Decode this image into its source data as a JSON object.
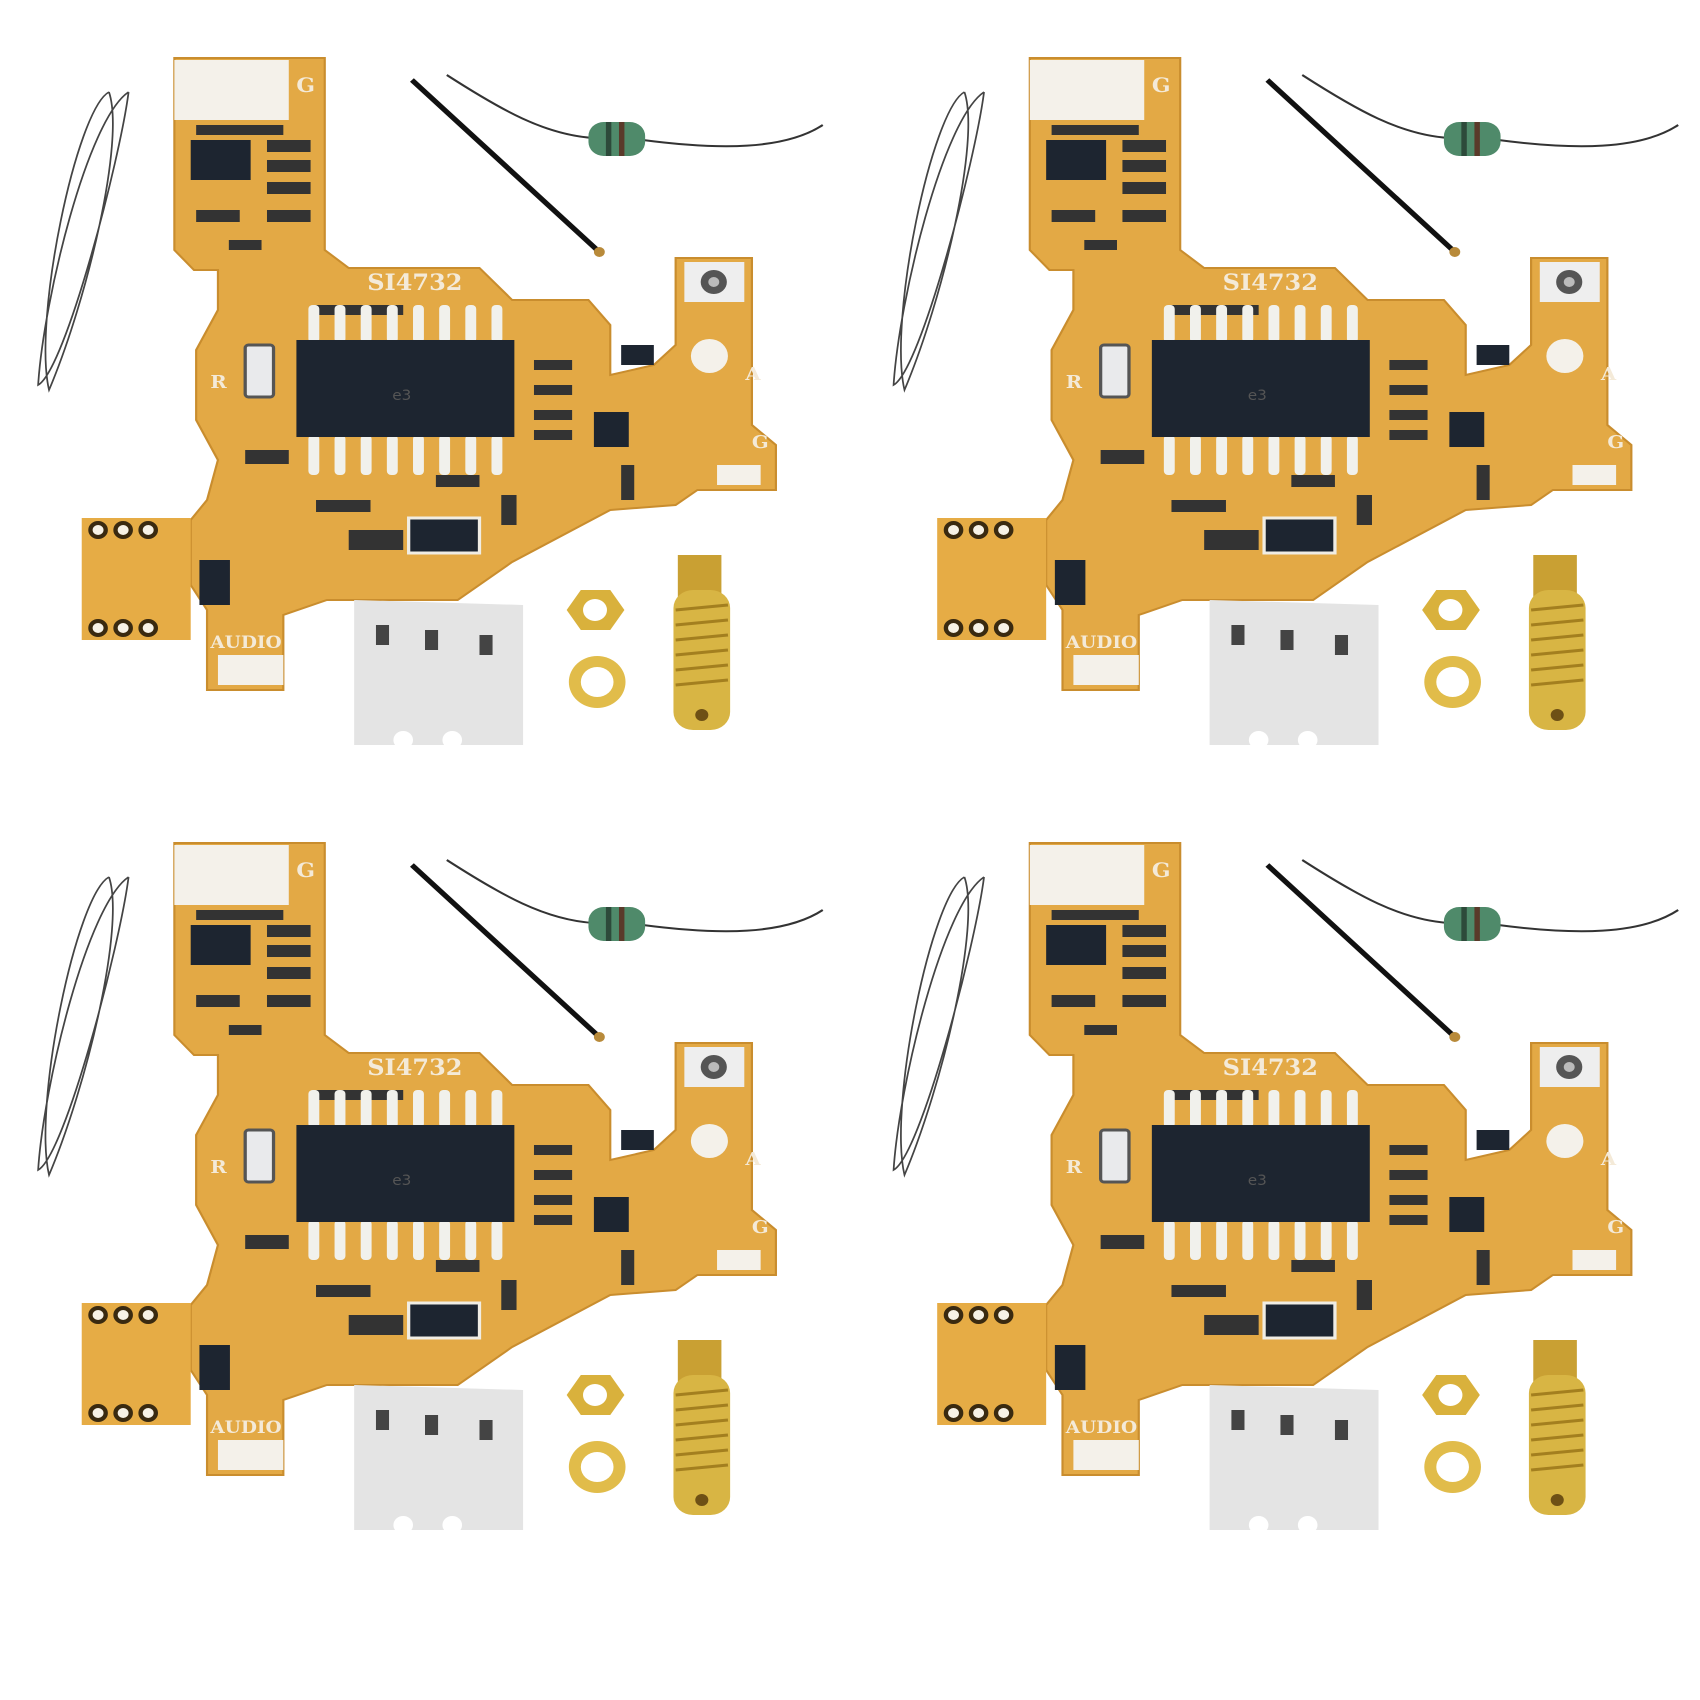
{
  "product": {
    "module_count": 4,
    "labels": {
      "top_ground": "G",
      "chip_name": "SI4732",
      "right_label": "R",
      "antenna_label": "A",
      "antenna_ground": "G",
      "audio_label": "AUDIO",
      "chip_mark": "e3"
    },
    "colors": {
      "pcb": "#e3a945",
      "pcb_dark": "#c98d2e",
      "chip": "#1d2530",
      "gold": "#d9b13c",
      "inductor": "#4f8a6a",
      "background": "#ffffff"
    }
  }
}
